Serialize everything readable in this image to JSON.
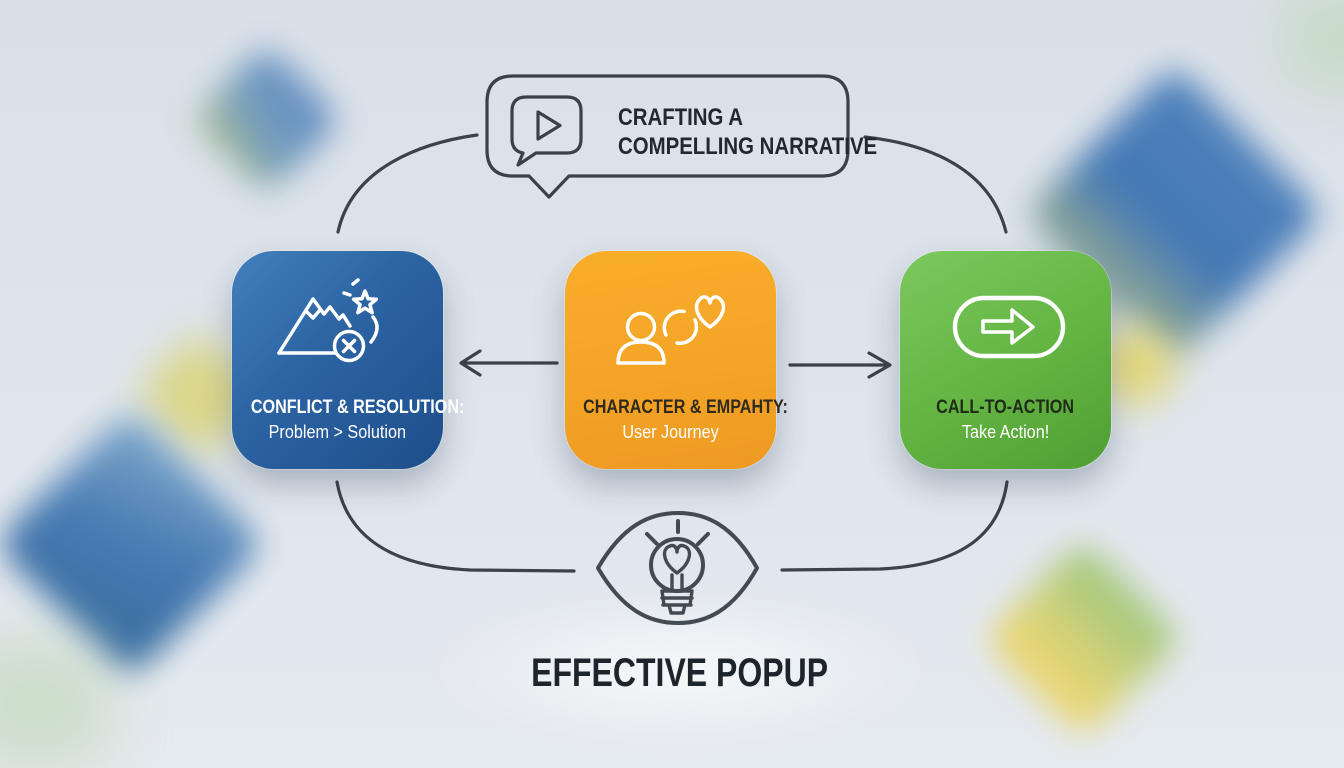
{
  "diagram": {
    "title": "EFFECTIVE POPUP",
    "line_color": "#3b424a",
    "header_bubble": {
      "icon": "video-speech-bubble-icon",
      "text_line1": "CRAFTING A",
      "text_line2": "COMPELLING NARRATIVE"
    },
    "cards": [
      {
        "title": "CONFLICT & RESOLUTION:",
        "subtitle": "Problem > Solution",
        "icon": "mountain-star-cross-icon",
        "bg_top": "#4280bd",
        "bg_bottom": "#1d4e8b",
        "title_color": "#ffffff",
        "subtitle_color": "#ffffff"
      },
      {
        "title": "CHARACTER & EMPAHTY:",
        "subtitle": "User Journey",
        "icon": "person-cycle-heart-icon",
        "bg_top": "#f9ae2b",
        "bg_bottom": "#ee9a23",
        "title_color": "#2e2a1e",
        "subtitle_color": "#ffffff"
      },
      {
        "title": "CALL-TO-ACTION",
        "subtitle": "Take Action!",
        "icon": "arrow-pill-icon",
        "bg_top": "#7cc95e",
        "bg_bottom": "#4f9e33",
        "title_color": "#212b18",
        "subtitle_color": "#ffffff"
      }
    ],
    "footer_icon": "eye-lightbulb-icon"
  }
}
